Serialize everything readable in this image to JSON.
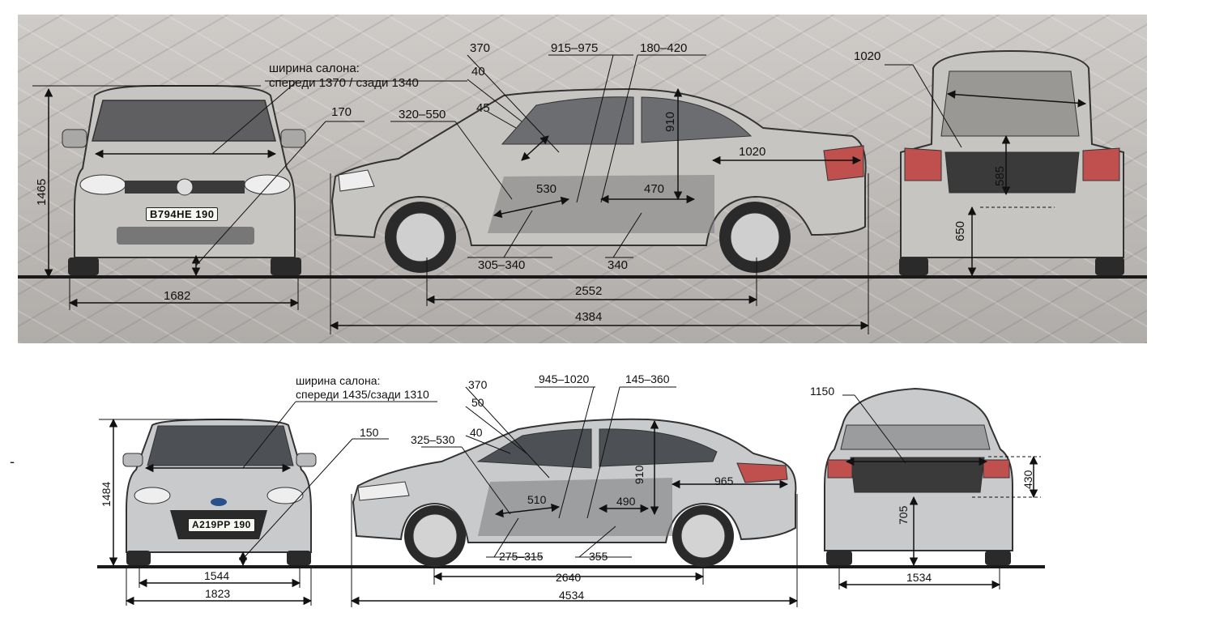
{
  "top_car": {
    "plate": "B794HE 190",
    "cabin_width_note": [
      "ширина салона:",
      "спереди 1370 / сзади 1340"
    ],
    "front": {
      "height": "1465",
      "track": "1682",
      "clearance": "170"
    },
    "side": {
      "d_370": "370",
      "d_40": "40",
      "d_45": "45",
      "d_320_550": "320–550",
      "d_915_975": "915–975",
      "d_180_420": "180–420",
      "d_910": "910",
      "d_1020_trunk": "1020",
      "d_530": "530",
      "d_470": "470",
      "d_305_340": "305–340",
      "d_340": "340",
      "wheelbase": "2552",
      "length": "4384"
    },
    "rear": {
      "trunk_width": "1020",
      "trunk_depth": "585",
      "loading_height": "650"
    }
  },
  "bottom_car": {
    "plate": "A219PP 190",
    "cabin_width_note": [
      "ширина салона:",
      "спереди 1435/сзади 1310"
    ],
    "front": {
      "height": "1484",
      "track": "1544",
      "width": "1823",
      "clearance": "150"
    },
    "side": {
      "d_370": "370",
      "d_50": "50",
      "d_40": "40",
      "d_325_530": "325–530",
      "d_945_1020": "945–1020",
      "d_145_360": "145–360",
      "d_910": "910",
      "d_965": "965",
      "d_510": "510",
      "d_490": "490",
      "d_275_315": "275–315",
      "d_355": "355",
      "wheelbase": "2640",
      "length": "4534"
    },
    "rear": {
      "trunk_width": "1150",
      "trunk_depth": "430",
      "loading_height": "705",
      "rear_track": "1534"
    }
  },
  "colors": {
    "ground_line": "#1a1a1a",
    "top_car_body": "#c7c5c2",
    "bottom_car_body": "#c8cacc",
    "background_pavers": "#b9b6b4"
  }
}
